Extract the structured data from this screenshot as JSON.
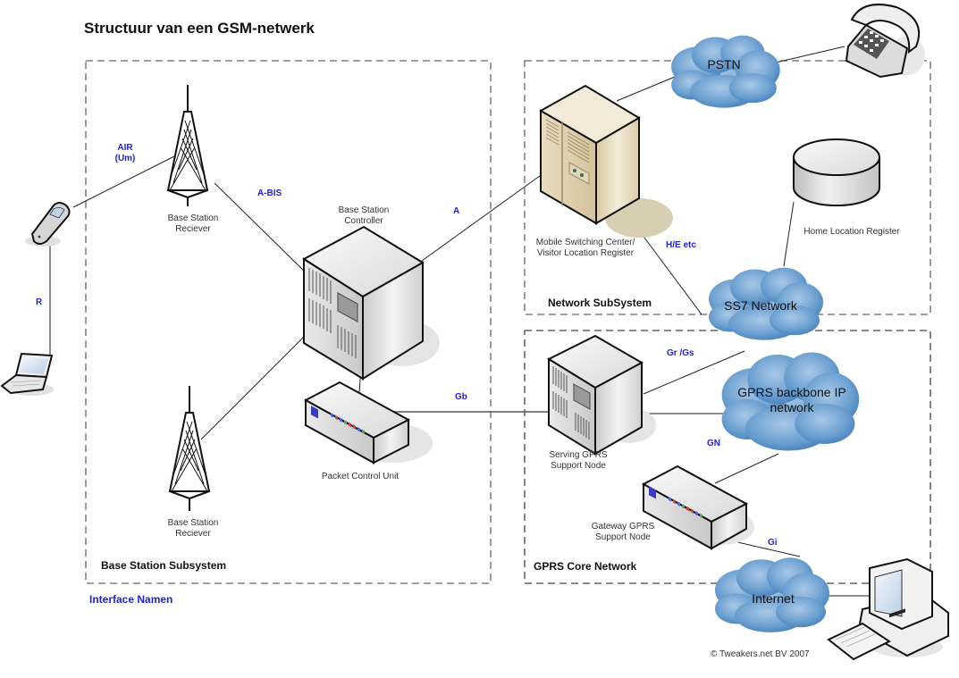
{
  "title": "Structuur van een GSM-netwerk",
  "legend_label": "Interface Namen",
  "copyright": "© Tweakers.net BV 2007",
  "colors": {
    "interface_text": "#1f1fe0",
    "cloud": "#5b93c7",
    "dashed_border": "#555555"
  },
  "groups": [
    {
      "id": "bss",
      "label": "Base Station Subsystem"
    },
    {
      "id": "nss",
      "label": "Network SubSystem"
    },
    {
      "id": "gprs",
      "label": "GPRS Core Network"
    }
  ],
  "nodes": {
    "mobile_phone": {
      "icon": "mobile-phone-icon"
    },
    "laptop": {
      "icon": "laptop-icon"
    },
    "bts_top": {
      "label_line1": "Base Station",
      "label_line2": "Reciever",
      "icon": "antenna-tower-icon"
    },
    "bts_bottom": {
      "label_line1": "Base Station",
      "label_line2": "Reciever",
      "icon": "antenna-tower-icon"
    },
    "bsc": {
      "label_line1": "Base Station",
      "label_line2": "Controller",
      "icon": "server-icon"
    },
    "pcu": {
      "label": "Packet Control Unit",
      "icon": "switch-icon"
    },
    "msc": {
      "label_line1": "Mobile Switching Center/",
      "label_line2": "Visitor Location Register",
      "icon": "mainframe-icon"
    },
    "hlr": {
      "label": "Home Location Register",
      "icon": "database-icon"
    },
    "sgsn": {
      "label_line1": "Serving GPRS",
      "label_line2": "Support Node",
      "icon": "server-icon"
    },
    "ggsn": {
      "label_line1": "Gateway GPRS",
      "label_line2": "Support Node",
      "icon": "switch-icon"
    },
    "telephone": {
      "icon": "telephone-icon"
    },
    "computer": {
      "icon": "desktop-computer-icon"
    }
  },
  "clouds": {
    "pstn": {
      "label": "PSTN"
    },
    "ss7": {
      "label": "SS7 Network"
    },
    "gprs_backbone": {
      "label_line1": "GPRS backbone IP",
      "label_line2": "network"
    },
    "internet": {
      "label": "Internet"
    }
  },
  "interfaces": {
    "air": {
      "line1": "AIR",
      "line2": "(Um)"
    },
    "abis": "A-BIS",
    "a": "A",
    "r": "R",
    "gb": "Gb",
    "he": "H/E etc",
    "grgs": "Gr /Gs",
    "gn": "GN",
    "gi": "Gi"
  }
}
